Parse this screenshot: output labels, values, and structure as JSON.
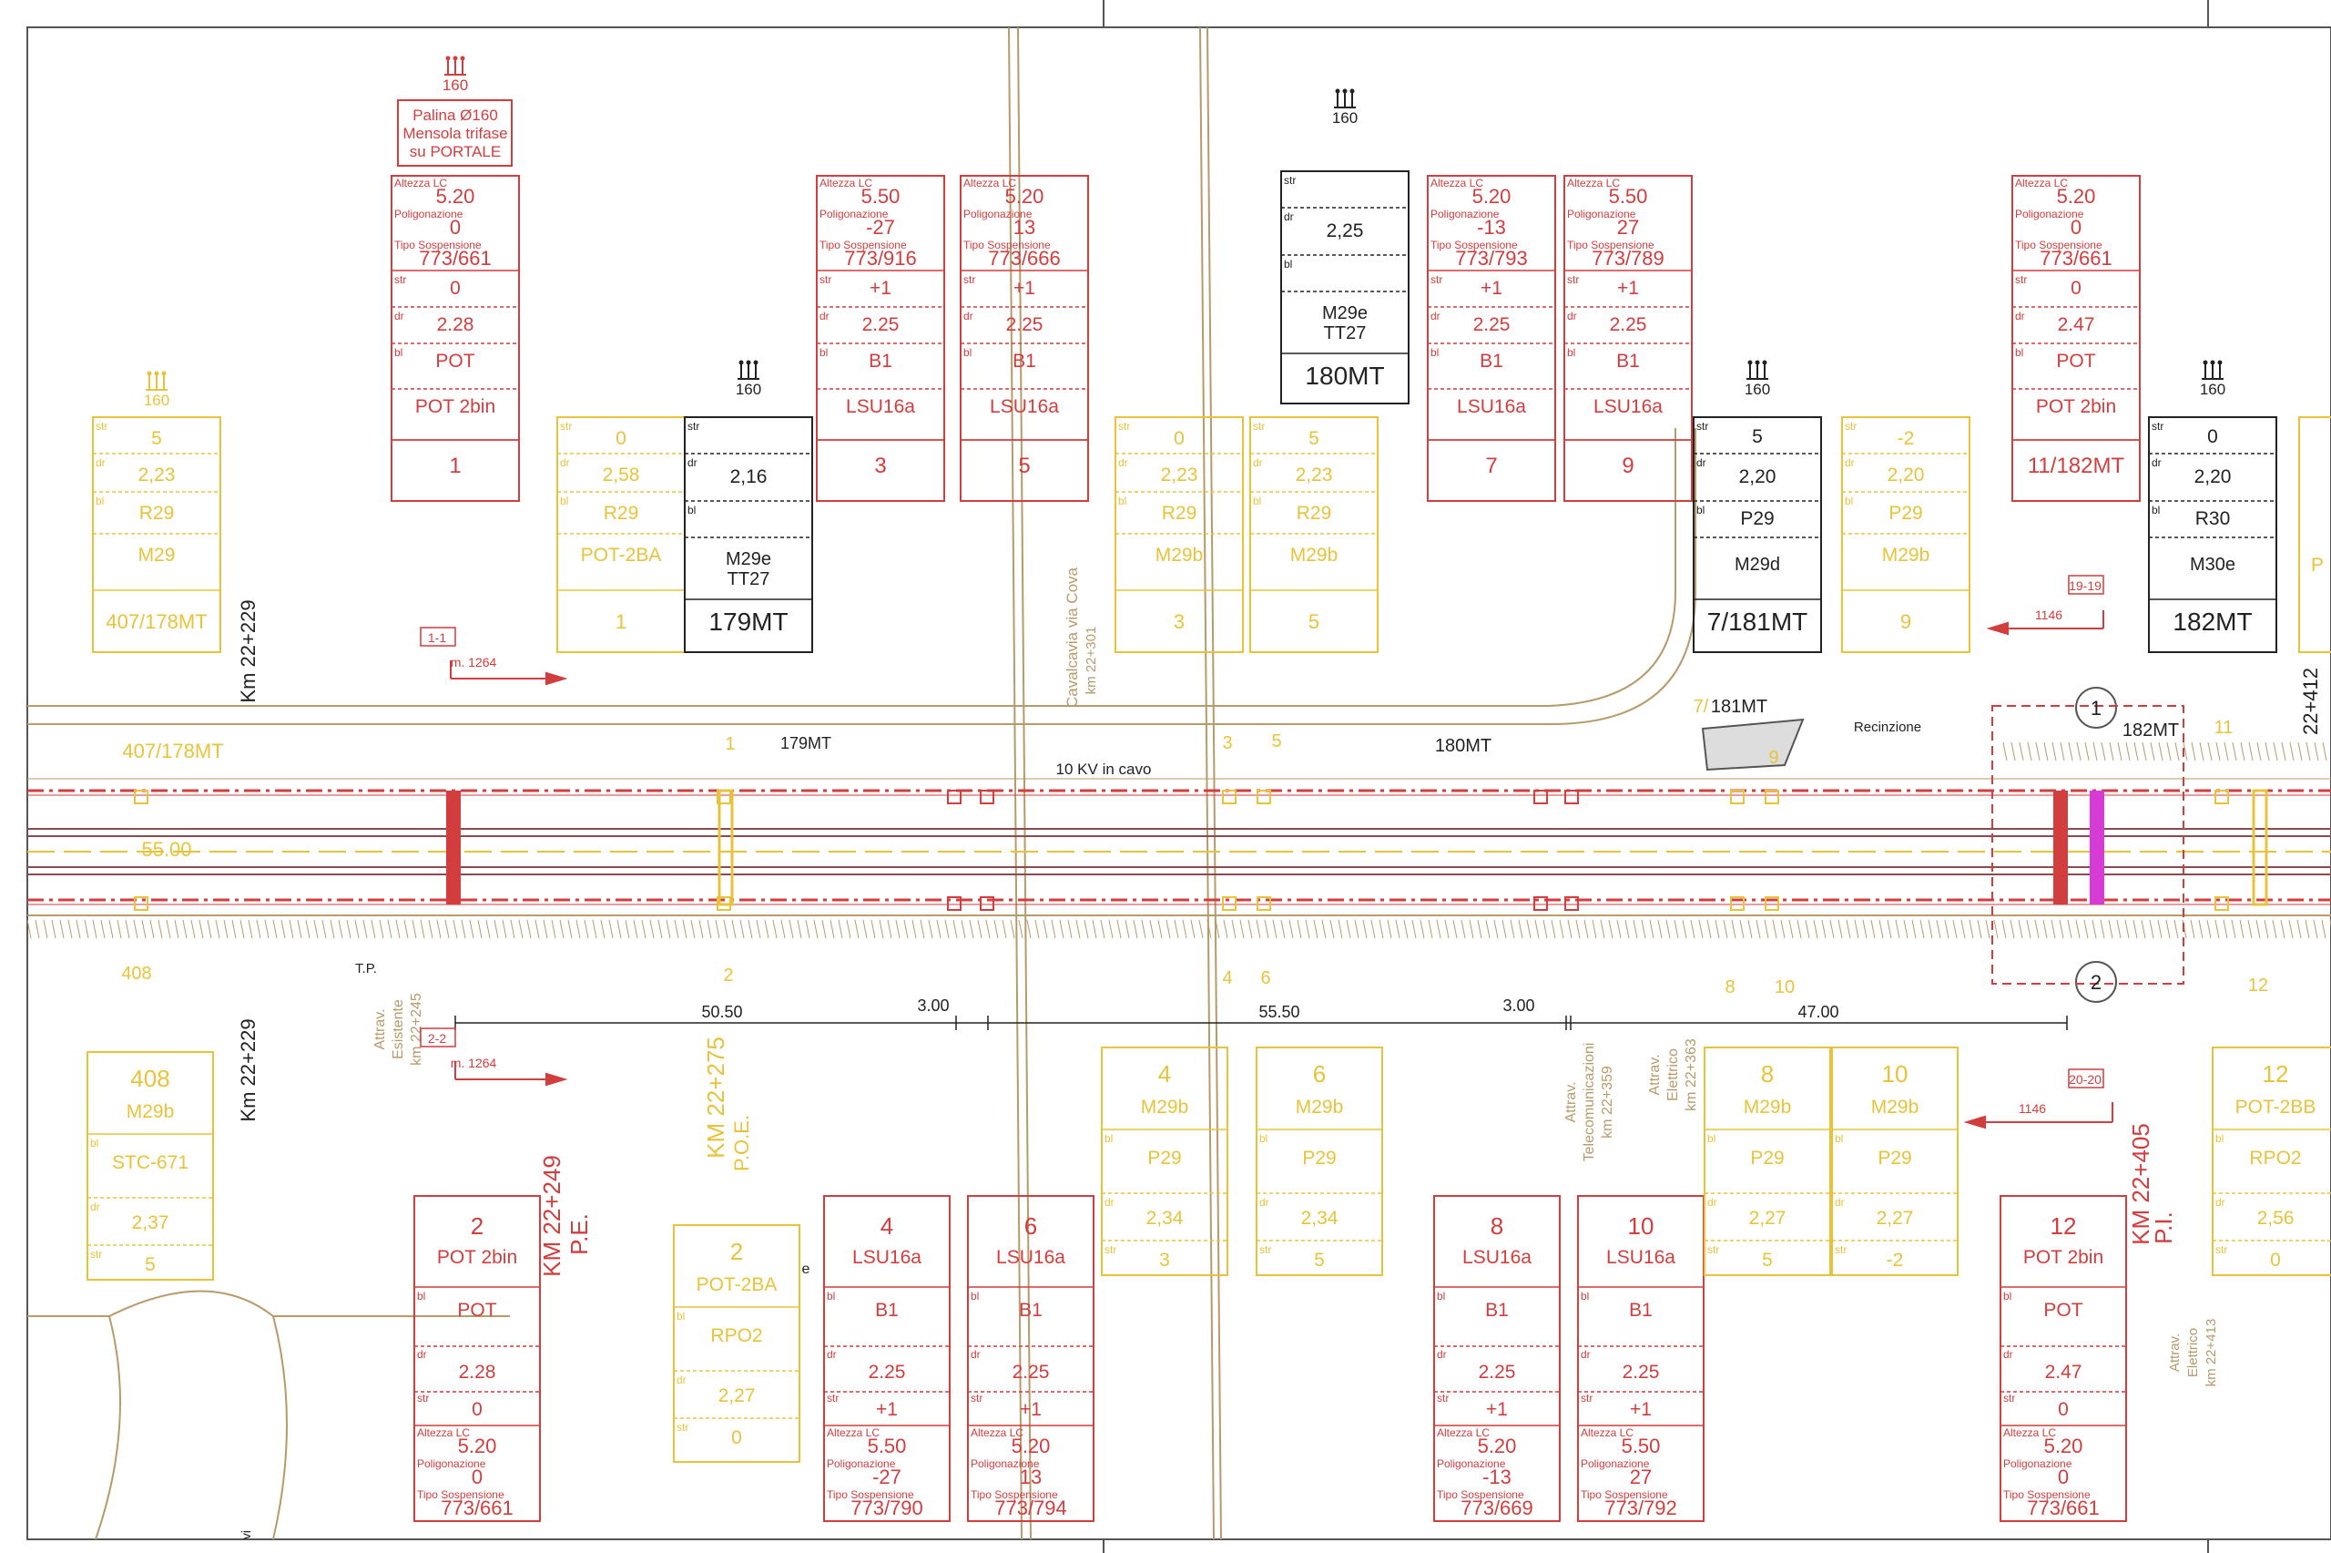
{
  "colors": {
    "red": "#d23d3d",
    "yellow": "#e8c33a",
    "black": "#222222",
    "tan": "#b79a6a",
    "magenta": "#d63bd6"
  },
  "top_portal_note": {
    "icon_label": "160",
    "lines": [
      "Palina Ø160",
      "Mensola trifase",
      "su PORTALE"
    ]
  },
  "red_top_tables": [
    {
      "altezza": "5.20",
      "polig": "0",
      "tipo": "773/661",
      "str": "0",
      "dr": "2.28",
      "bl": "POT",
      "model": "POT 2bin",
      "num": "1"
    },
    {
      "altezza": "5.50",
      "polig": "-27",
      "tipo": "773/916",
      "str": "+1",
      "dr": "2.25",
      "bl": "B1",
      "model": "LSU16a",
      "num": "3"
    },
    {
      "altezza": "5.20",
      "polig": "13",
      "tipo": "773/666",
      "str": "+1",
      "dr": "2.25",
      "bl": "B1",
      "model": "LSU16a",
      "num": "5"
    },
    {
      "altezza": "5.20",
      "polig": "-13",
      "tipo": "773/793",
      "str": "+1",
      "dr": "2.25",
      "bl": "B1",
      "model": "LSU16a",
      "num": "7"
    },
    {
      "altezza": "5.50",
      "polig": "27",
      "tipo": "773/789",
      "str": "+1",
      "dr": "2.25",
      "bl": "B1",
      "model": "LSU16a",
      "num": "9"
    },
    {
      "altezza": "5.20",
      "polig": "0",
      "tipo": "773/661",
      "str": "0",
      "dr": "2.47",
      "bl": "POT",
      "model": "POT 2bin",
      "num": "11/182MT"
    }
  ],
  "red_bottom_tables": [
    {
      "num": "2",
      "model": "POT 2bin",
      "bl": "POT",
      "dr": "2.28",
      "str": "0",
      "altezza": "5.20",
      "polig": "0",
      "tipo": "773/661"
    },
    {
      "num": "4",
      "model": "LSU16a",
      "bl": "B1",
      "dr": "2.25",
      "str": "+1",
      "altezza": "5.50",
      "polig": "-27",
      "tipo": "773/790"
    },
    {
      "num": "6",
      "model": "LSU16a",
      "bl": "B1",
      "dr": "2.25",
      "str": "+1",
      "altezza": "5.20",
      "polig": "13",
      "tipo": "773/794"
    },
    {
      "num": "8",
      "model": "LSU16a",
      "bl": "B1",
      "dr": "2.25",
      "str": "+1",
      "altezza": "5.20",
      "polig": "-13",
      "tipo": "773/669"
    },
    {
      "num": "10",
      "model": "LSU16a",
      "bl": "B1",
      "dr": "2.25",
      "str": "+1",
      "altezza": "5.50",
      "polig": "27",
      "tipo": "773/792"
    },
    {
      "num": "12",
      "model": "POT 2bin",
      "bl": "POT",
      "dr": "2.47",
      "str": "0",
      "altezza": "5.20",
      "polig": "0",
      "tipo": "773/661"
    }
  ],
  "red_labels": {
    "altezza": "Altezza LC",
    "polig": "Poligonazione",
    "tipo": "Tipo Sospensione",
    "str": "str",
    "dr": "dr",
    "bl": "bl"
  },
  "yellow_top_tables": [
    {
      "icon": "160",
      "str": "5",
      "dr": "2,23",
      "bl": "R29",
      "model": "M29",
      "num": "407/178MT"
    },
    {
      "icon": "",
      "str": "0",
      "dr": "2,58",
      "bl": "R29",
      "model": "POT-2BA",
      "num": "1"
    },
    {
      "icon": "",
      "str": "0",
      "dr": "2,23",
      "bl": "R29",
      "model": "M29b",
      "num": "3"
    },
    {
      "icon": "",
      "str": "5",
      "dr": "2,23",
      "bl": "R29",
      "model": "M29b",
      "num": "5"
    },
    {
      "icon": "",
      "str": "-2",
      "dr": "2,20",
      "bl": "P29",
      "model": "M29b",
      "num": "9"
    }
  ],
  "yellow_bottom_tables": [
    {
      "num": "408",
      "model": "M29b",
      "bl": "STC-671",
      "dr": "2,37",
      "str": "5"
    },
    {
      "num": "2",
      "model": "POT-2BA",
      "bl": "RPO2",
      "dr": "2,27",
      "str": "0"
    },
    {
      "num": "4",
      "model": "M29b",
      "bl": "P29",
      "dr": "2,34",
      "str": "3"
    },
    {
      "num": "6",
      "model": "M29b",
      "bl": "P29",
      "dr": "2,34",
      "str": "5"
    },
    {
      "num": "8",
      "model": "M29b",
      "bl": "P29",
      "dr": "2,27",
      "str": "5"
    },
    {
      "num": "10",
      "model": "M29b",
      "bl": "P29",
      "dr": "2,27",
      "str": "-2"
    },
    {
      "num": "12",
      "model": "POT-2BB",
      "bl": "RPO2",
      "dr": "2,56",
      "str": "0"
    }
  ],
  "black_tables": [
    {
      "icon": "160",
      "str": "",
      "dr": "2,16",
      "bl": "",
      "model": [
        "M29e",
        "TT27"
      ],
      "num": "179MT"
    },
    {
      "icon": "160",
      "str": "",
      "dr": "2,25",
      "bl": "",
      "model": [
        "M29e",
        "TT27"
      ],
      "num": "180MT"
    },
    {
      "icon": "160",
      "str": "5",
      "dr": "2,20",
      "bl": "P29",
      "model": [
        "M29d"
      ],
      "num": "7/181MT"
    },
    {
      "icon": "160",
      "str": "0",
      "dr": "2,20",
      "bl": "R30",
      "model": [
        "M30e"
      ],
      "num": "182MT"
    }
  ],
  "yellow_partial_right": {
    "top": "P",
    "num": "12",
    "model": "POT-2BB",
    "bl": "RPO2",
    "dr": "2,56",
    "str": "0"
  },
  "km_markers": {
    "km_22_229_top": "Km 22+229",
    "km_22_229_bottom": "Km 22+229",
    "km_22_249": "KM 22+249",
    "pe": "P.E.",
    "km_22_275": "KM 22+275",
    "poe": "P.O.E.",
    "km_22_405": "KM 22+405",
    "pi": "P.I.",
    "km_22_412": "22+412"
  },
  "annotations": {
    "cavalcavia": "Cavalcavia via Cova",
    "cavalcavia_km": "km 22+301",
    "cable": "10 KV in cavo",
    "recinzione": "Recinzione",
    "attrav_esistente": [
      "Attrav.",
      "Esistente",
      "km 22+245"
    ],
    "attrav_tele": [
      "Attrav.",
      "Telecomunicazioni",
      "km 22+359"
    ],
    "attrav_elett1": [
      "Attrav.",
      "Elettrico",
      "km 22+363"
    ],
    "attrav_elett2": [
      "Attrav.",
      "Elettrico",
      "km 22+413"
    ],
    "tp": "T.P.",
    "track_offset": "55.00",
    "track_label_407": "407/178MT",
    "track_label_408": "408",
    "track_179": "179MT",
    "track_180": "180MT",
    "track_181": "181MT",
    "track_181_prefix": "7/",
    "track_182": "182MT",
    "track_nums_top": [
      "1",
      "3",
      "5",
      "9",
      "11"
    ],
    "track_nums_bottom": [
      "2",
      "4",
      "6",
      "8",
      "10",
      "12"
    ],
    "circle_1": "1",
    "circle_2": "2",
    "section_1": "1-1",
    "section_1_m": "m. 1264",
    "section_2": "2-2",
    "section_2_m": "m. 1264",
    "section_19": "19-19",
    "section_19_m": "1146",
    "section_20": "20-20",
    "section_20_m": "1146",
    "e_mark": "e",
    "vi_mark": "vi"
  },
  "dimensions": {
    "d1": "50.50",
    "d2": "3.00",
    "d3": "55.50",
    "d4": "3.00",
    "d5": "47.00"
  }
}
